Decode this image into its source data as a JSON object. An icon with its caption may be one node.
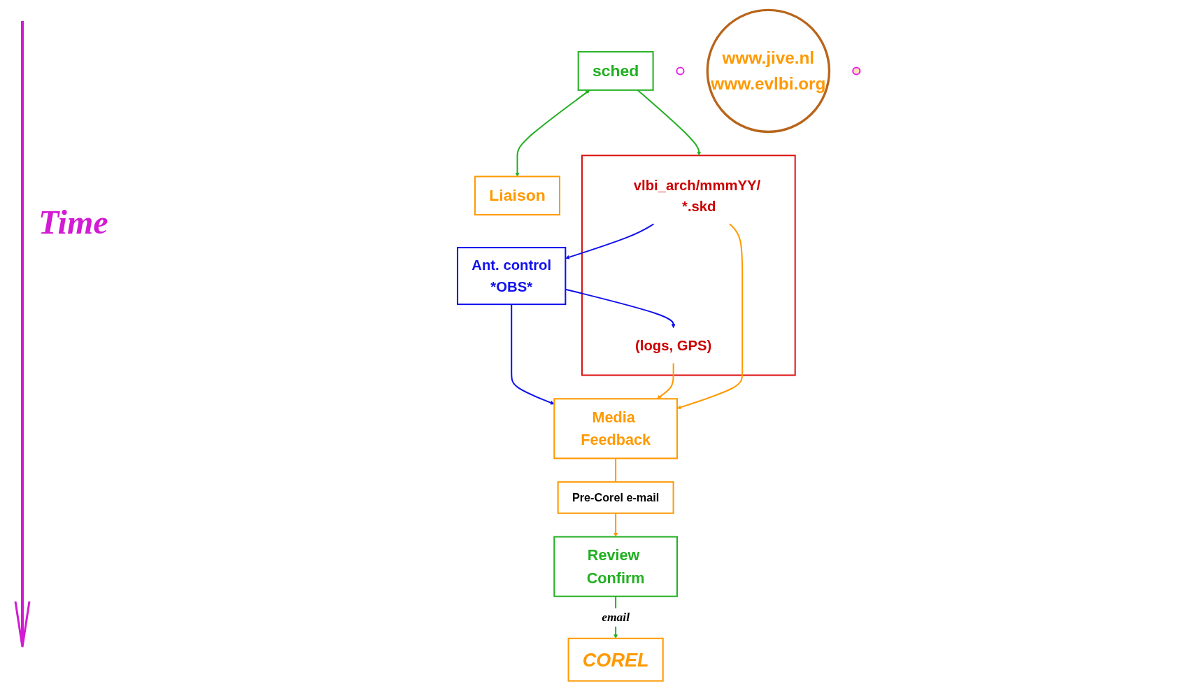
{
  "diagram": {
    "nodes": [
      {
        "text": [
          "sched"
        ]
      },
      {
        "text": [
          "Liaison"
        ]
      },
      {
        "text": [],
        "shape": "ellipse"
      },
      {
        "text": [],
        "shape": "box"
      },
      {
        "text": [
          "vlbi_arch/mmmYY/ *.skd"
        ],
        "in": 3
      },
      {
        "text": [
          "(logs, GPS)"
        ],
        "in": 3
      },
      {
        "text": [
          "Ant. control",
          "*OBS*"
        ]
      },
      {
        "text": [
          "Media Feedback"
        ]
      },
      {
        "text": [
          "Pre-Corel e-mail"
        ]
      },
      {
        "text": [
          "Review Confirm"
        ]
      },
      {
        "text": [
          "COREL"
        ]
      },
      {
        "text": [
          "www.jive.nl",
          "www.evlbi.org"
        ]
      },
      {
        "text": [],
        "shape": "ellipse"
      }
    ],
    "edges": [
      {
        "from": 0,
        "to": 1,
        "arrow": "both",
        "color": "#22b022"
      },
      {
        "from": 0,
        "to": 3,
        "arrow": "to",
        "color": "#22b022"
      },
      {
        "from": 4,
        "to": 6,
        "arrow": "to",
        "color": "#1010ee"
      },
      {
        "from": 6,
        "to": 7,
        "arrow": "to",
        "color": "#1010ee"
      },
      {
        "from": 6,
        "to": 5,
        "arrow": "to",
        "color": "#1010ee"
      },
      {
        "from": 4,
        "to": 7,
        "arrow": "to"
      },
      {
        "from": 5,
        "to": 7,
        "arrow": "to"
      },
      {
        "from": 7,
        "to": 8,
        "arrow": "none"
      },
      {
        "from": 8,
        "to": 9,
        "arrow": "to"
      },
      {
        "from": 9,
        "to": 10,
        "arrow": "to",
        "label": "email",
        "color": "#22b022"
      }
    ],
    "labels": [
      "Time"
    ]
  }
}
